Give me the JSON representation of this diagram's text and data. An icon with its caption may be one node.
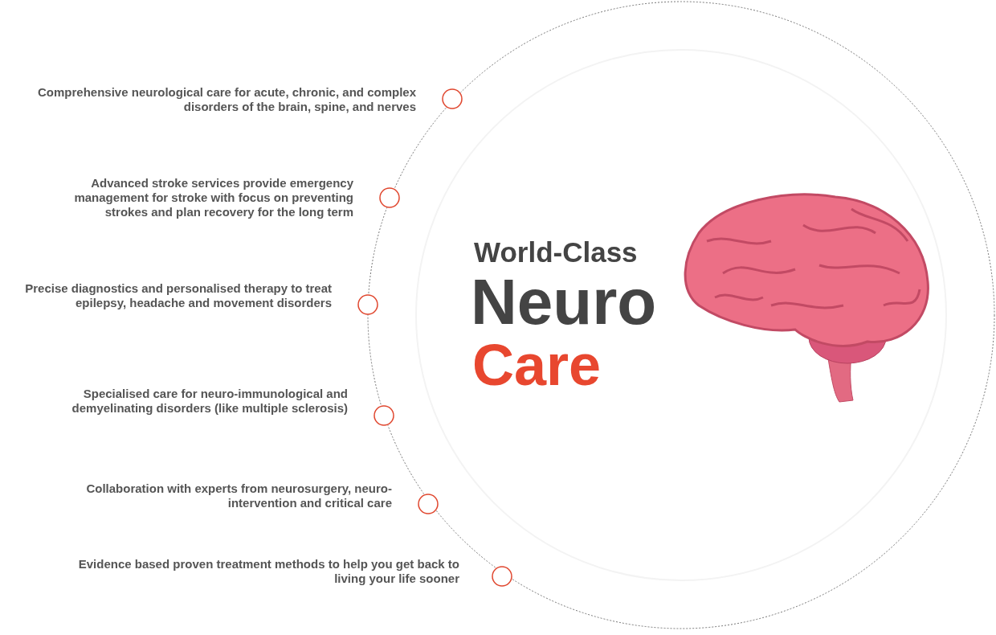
{
  "diagram": {
    "labels": [
      "World-Class",
      "Neuro",
      "Care",
      "Comprehensive neurological care for acute, chronic, and complex disorders of the brain, spine, and nerves",
      "Advanced stroke services provide emergency management for stroke with focus on preventing strokes and plan recovery for the long term",
      "Precise diagnostics and personalised therapy to treat epilepsy, headache and movement disorders",
      "Specialised care for neuro-immunological and demyelinating disorders (like multiple sclerosis)",
      "Collaboration with experts from neurosurgery, neuro-intervention and critical care",
      "Evidence based proven treatment methods to help you get back to living your life sooner"
    ]
  }
}
